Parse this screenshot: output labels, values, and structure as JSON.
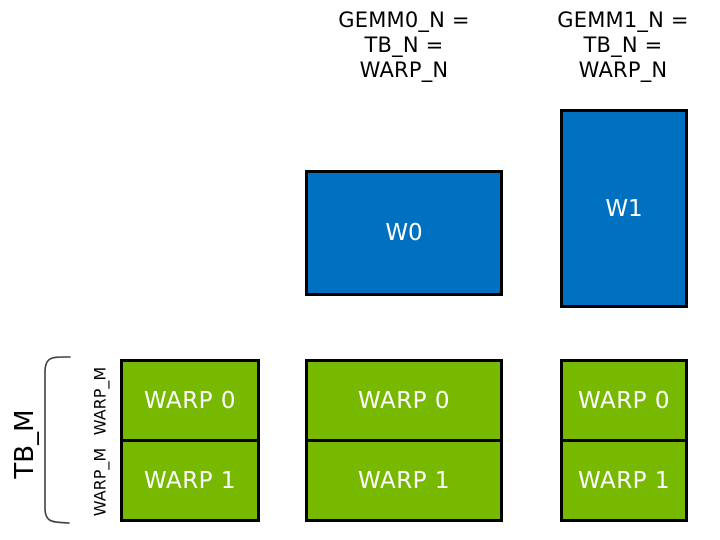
{
  "diagram": {
    "headers": [
      {
        "lines": [
          "GEMM0_N =",
          "TB_N =",
          "WARP_N"
        ]
      },
      {
        "lines": [
          "GEMM1_N =",
          "TB_N =",
          "WARP_N"
        ]
      }
    ],
    "blue_boxes": [
      {
        "label": "W0"
      },
      {
        "label": "W1"
      }
    ],
    "warp_columns": [
      {
        "rows": [
          "WARP 0",
          "WARP 1"
        ]
      },
      {
        "rows": [
          "WARP 0",
          "WARP 1"
        ]
      },
      {
        "rows": [
          "WARP 0",
          "WARP 1"
        ]
      }
    ],
    "side_labels": {
      "tb_m": "TB_M",
      "warp_m_top": "WARP_M",
      "warp_m_bottom": "WARP_M"
    },
    "colors": {
      "blue": "#0070C0",
      "green": "#76B900",
      "border": "#000000",
      "text_on_fill": "#FFFFFF",
      "bracket": "#404040"
    }
  }
}
